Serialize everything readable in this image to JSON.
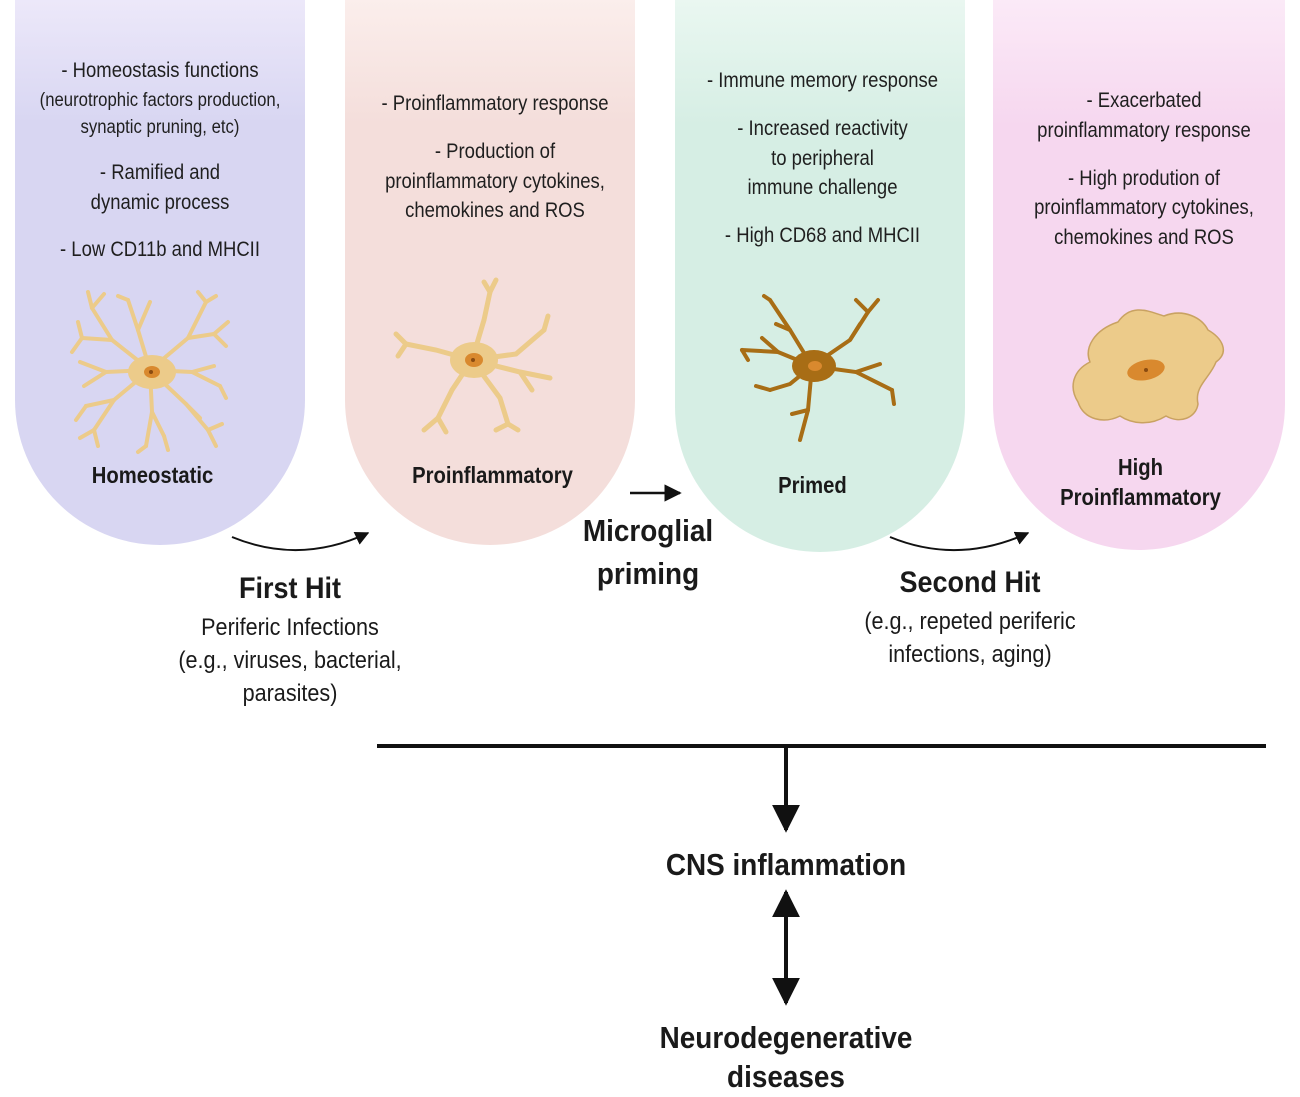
{
  "stages": [
    {
      "label": "Homeostatic",
      "bullets": [
        "- Homeostasis functions",
        "(neurotrophic factors production,",
        "synaptic pruning, etc)",
        "- Ramified and",
        "dynamic process",
        "- Low CD11b and MHCII"
      ],
      "color": "#d8d6f2"
    },
    {
      "label": "Proinflammatory",
      "bullets": [
        "- Proinflammatory response",
        "- Production of",
        "proinflammatory cytokines,",
        "chemokines and ROS"
      ],
      "color": "#f4dedb"
    },
    {
      "label": "Primed",
      "bullets": [
        "- Immune memory response",
        "- Increased reactivity",
        "to peripheral",
        "immune challenge",
        "- High CD68 and MHCII"
      ],
      "color": "#d6eee4"
    },
    {
      "label_line1": "High",
      "label_line2": "Proinflammatory",
      "bullets": [
        "- Exacerbated",
        "proinflammatory response",
        "- High prodution of",
        "proinflammatory cytokines,",
        "chemokines and ROS"
      ],
      "color": "#f6d7ef"
    }
  ],
  "first_hit": {
    "title": "First Hit",
    "line1": "Periferic Infections",
    "line2": "(e.g., viruses, bacterial,",
    "line3": "parasites)"
  },
  "priming": {
    "line1": "Microglial",
    "line2": "priming"
  },
  "second_hit": {
    "title": "Second Hit",
    "line1": "(e.g., repeted periferic",
    "line2": "infections, aging)"
  },
  "outcome": {
    "cns": "CNS inflammation",
    "neuro_line1": "Neurodegenerative",
    "neuro_line2": "diseases"
  },
  "colors": {
    "cell_light": "#eccb8a",
    "cell_stroke": "#c9a262",
    "cell_dark": "#a86d15",
    "nucleus": "#d9892e",
    "arrow": "#111111"
  }
}
